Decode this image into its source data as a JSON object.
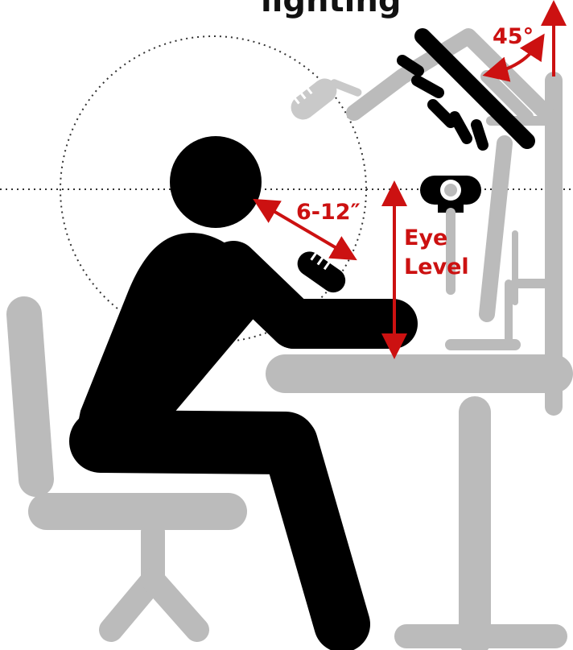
{
  "title_fragment": "lighting",
  "labels": {
    "angle": "45°",
    "distance": "6-12″",
    "eye_line1": "Eye",
    "eye_line2": "Level"
  },
  "colors": {
    "figure": "#000000",
    "furniture": "#bbbbbb",
    "annotation": "#cc1111",
    "guide": "#333333"
  },
  "icons": [
    "person-icon",
    "chair-icon",
    "desk-icon",
    "monitor-icon",
    "webcam-icon",
    "ring-light-icon",
    "microphone-icon",
    "eye-level-arrow-icon",
    "angle-arrow-icon"
  ]
}
